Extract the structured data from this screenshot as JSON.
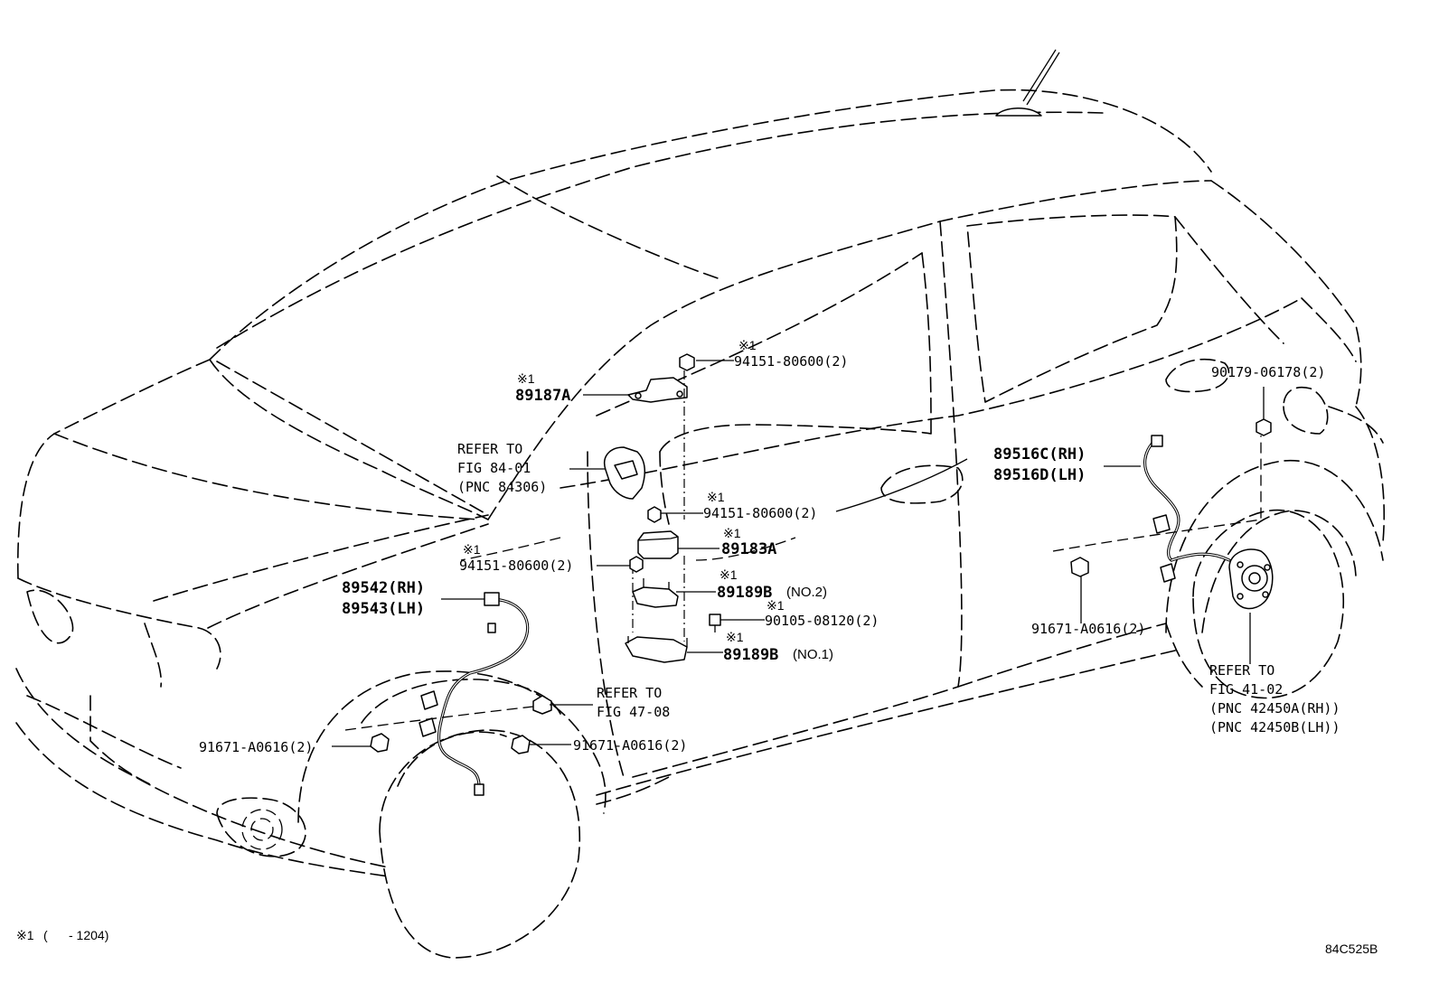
{
  "footnote": {
    "mark": "※1",
    "text": "(      - 1204)"
  },
  "figure_code": "84C525B",
  "callouts": {
    "c1": {
      "mark": "※1",
      "line1": "94151-80600(2)"
    },
    "c2": {
      "mark": "※1",
      "line1": "89187A"
    },
    "c3": {
      "line1": "REFER TO",
      "line2": "FIG 84-01",
      "line3": "(PNC 84306)"
    },
    "c4": {
      "mark": "※1",
      "line1": "94151-80600(2)"
    },
    "c5": {
      "mark": "※1",
      "line1": "89183A"
    },
    "c6": {
      "mark": "※1",
      "line1": "94151-80600(2)"
    },
    "c7": {
      "mark": "※1",
      "line1": "89189B",
      "line1_suffix": "(NO.2)"
    },
    "c8": {
      "mark": "※1",
      "line1": "90105-08120(2)"
    },
    "c9": {
      "mark": "※1",
      "line1": "89189B",
      "line1_suffix": "(NO.1)"
    },
    "c10": {
      "line1": "89542(RH)",
      "line2": "89543(LH)"
    },
    "c11": {
      "line1": "REFER TO",
      "line2": "FIG 47-08"
    },
    "c12": {
      "line1": "91671-A0616(2)"
    },
    "c13": {
      "line1": "91671-A0616(2)"
    },
    "c14": {
      "line1": "89516C(RH)",
      "line2": "89516D(LH)"
    },
    "c15": {
      "line1": "90179-06178(2)"
    },
    "c16": {
      "line1": "91671-A0616(2)"
    },
    "c17": {
      "line1": "REFER TO",
      "line2": "FIG 41-02",
      "line3": "(PNC 42450A(RH))",
      "line4": "(PNC 42450B(LH))"
    }
  }
}
